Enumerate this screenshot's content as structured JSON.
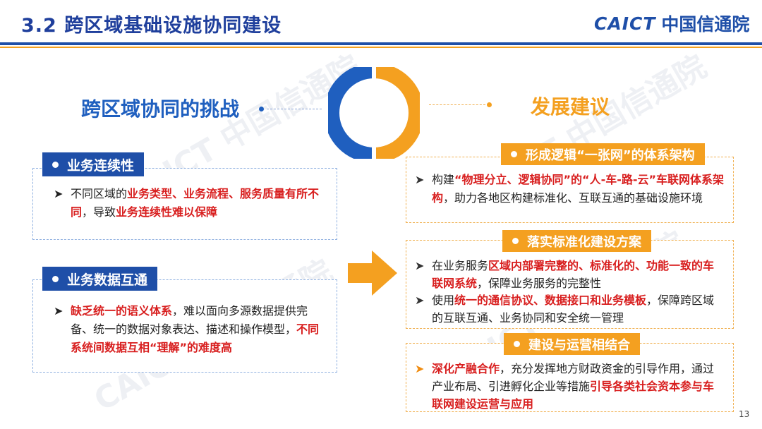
{
  "header": {
    "title": "3.2 跨区域基础设施协同建设",
    "logo_en": "CAICT",
    "logo_cn": "中国信通院"
  },
  "watermark": "CAICT 中国信通院",
  "left": {
    "heading": "跨区域协同的挑战",
    "cards": [
      {
        "tag": "业务连续性",
        "items": [
          [
            {
              "t": "不同区域的"
            },
            {
              "t": "业务类型、业务流程、服务质量有所不同",
              "hl": true
            },
            {
              "t": "，导致"
            },
            {
              "t": "业务连续性难以保障",
              "hl": true
            }
          ]
        ]
      },
      {
        "tag": "业务数据互通",
        "items": [
          [
            {
              "t": "缺乏统一的语义体系",
              "hl": true
            },
            {
              "t": "，难以面向多源数据提供完备、统一的数据对象表达、描述和操作模型，"
            },
            {
              "t": "不同系统间数据互相“理解”的难度高",
              "hl": true
            }
          ]
        ]
      }
    ]
  },
  "right": {
    "heading": "发展建议",
    "cards": [
      {
        "tag": "形成逻辑“一张网”的体系架构",
        "items": [
          [
            {
              "t": "构建"
            },
            {
              "t": "“物理分立、逻辑协同”的“人-车-路-云”车联网体系架构",
              "hl": true
            },
            {
              "t": "，助力各地区构建标准化、互联互通的基础设施环境"
            }
          ]
        ]
      },
      {
        "tag": "落实标准化建设方案",
        "items": [
          [
            {
              "t": "在业务服务"
            },
            {
              "t": "区域内部署完整的、标准化的、功能一致的车联网系统",
              "hl": true
            },
            {
              "t": "，保障业务服务的完整性"
            }
          ],
          [
            {
              "t": "使用"
            },
            {
              "t": "统一的通信协议、数据接口和业务模板",
              "hl": true
            },
            {
              "t": "，保障跨区域的互联互通、业务协同和安全统一管理"
            }
          ]
        ]
      },
      {
        "tag": "建设与运营相结合",
        "items": [
          [
            {
              "t": "深化产融合作",
              "hl": true
            },
            {
              "t": "，充分发挥地方财政资金的引导作用，通过产业布局、引进孵化企业等措施"
            },
            {
              "t": "引导各类社会资本参与车联网建设运营与应用",
              "hl": true
            }
          ]
        ]
      }
    ]
  },
  "page_number": "13",
  "colors": {
    "primary_blue": "#1f4fa8",
    "accent_orange": "#f4a020",
    "highlight_red": "#d81e1e"
  }
}
